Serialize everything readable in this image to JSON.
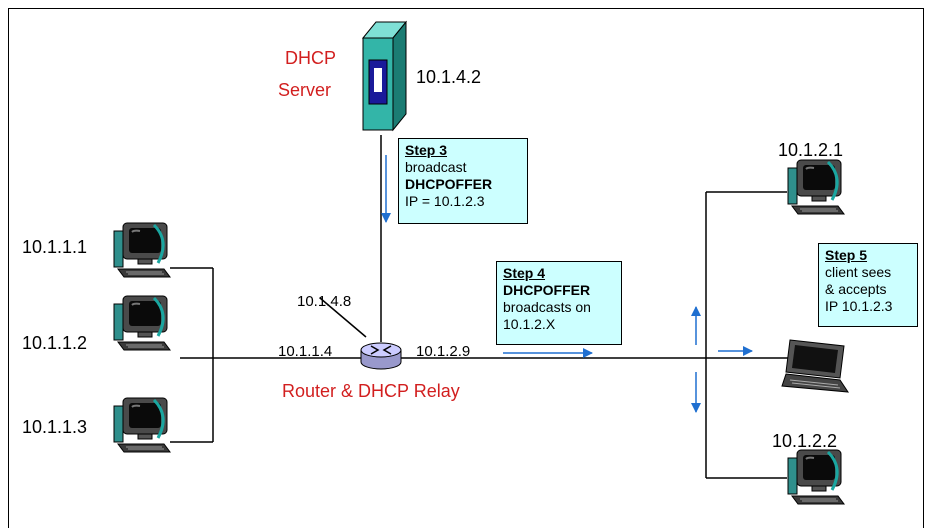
{
  "server": {
    "title_line1": "DHCP",
    "title_line2": "Server",
    "ip": "10.1.4.2"
  },
  "router": {
    "label": "Router & DHCP Relay",
    "ip_top": "10.1.4.8",
    "ip_left": "10.1.1.4",
    "ip_right": "10.1.2.9"
  },
  "left_clients": [
    {
      "ip": "10.1.1.1"
    },
    {
      "ip": "10.1.1.2"
    },
    {
      "ip": "10.1.1.3"
    }
  ],
  "right_clients": {
    "top": "10.1.2.1",
    "bottom": "10.1.2.2"
  },
  "step3": {
    "title": "Step 3",
    "line1": "broadcast",
    "line2": "DHCPOFFER",
    "line3": "IP = 10.1.2.3"
  },
  "step4": {
    "title": "Step 4",
    "line1": "DHCPOFFER",
    "line2": "broadcasts on",
    "line3": "10.1.2.X"
  },
  "step5": {
    "title": "Step 5",
    "line1": "client sees",
    "line2": "& accepts",
    "line3": "IP 10.1.2.3"
  },
  "colors": {
    "label_red": "#d21f1f",
    "note_bg": "#ccffff",
    "arrow_blue": "#1f6fd0",
    "server_teal": "#33b5a8"
  }
}
